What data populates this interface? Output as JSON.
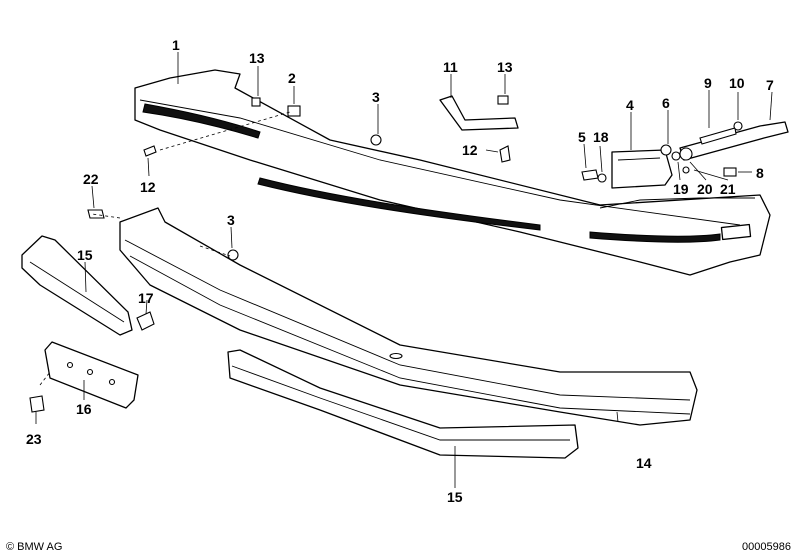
{
  "footer": {
    "copyright": "© BMW AG",
    "diagram_number": "00005986"
  },
  "callouts": [
    {
      "id": "c1",
      "label": "1"
    },
    {
      "id": "c2",
      "label": "2"
    },
    {
      "id": "c3a",
      "label": "3"
    },
    {
      "id": "c3b",
      "label": "3"
    },
    {
      "id": "c4",
      "label": "4"
    },
    {
      "id": "c5",
      "label": "5"
    },
    {
      "id": "c6",
      "label": "6"
    },
    {
      "id": "c7",
      "label": "7"
    },
    {
      "id": "c8",
      "label": "8"
    },
    {
      "id": "c9",
      "label": "9"
    },
    {
      "id": "c10",
      "label": "10"
    },
    {
      "id": "c11",
      "label": "11"
    },
    {
      "id": "c12a",
      "label": "12"
    },
    {
      "id": "c12b",
      "label": "12"
    },
    {
      "id": "c13a",
      "label": "13"
    },
    {
      "id": "c13b",
      "label": "13"
    },
    {
      "id": "c14",
      "label": "14"
    },
    {
      "id": "c15a",
      "label": "15"
    },
    {
      "id": "c15b",
      "label": "15"
    },
    {
      "id": "c16",
      "label": "16"
    },
    {
      "id": "c17",
      "label": "17"
    },
    {
      "id": "c18",
      "label": "18"
    },
    {
      "id": "c19",
      "label": "19"
    },
    {
      "id": "c20",
      "label": "20"
    },
    {
      "id": "c21",
      "label": "21"
    },
    {
      "id": "c22",
      "label": "22"
    },
    {
      "id": "c23",
      "label": "23"
    }
  ]
}
